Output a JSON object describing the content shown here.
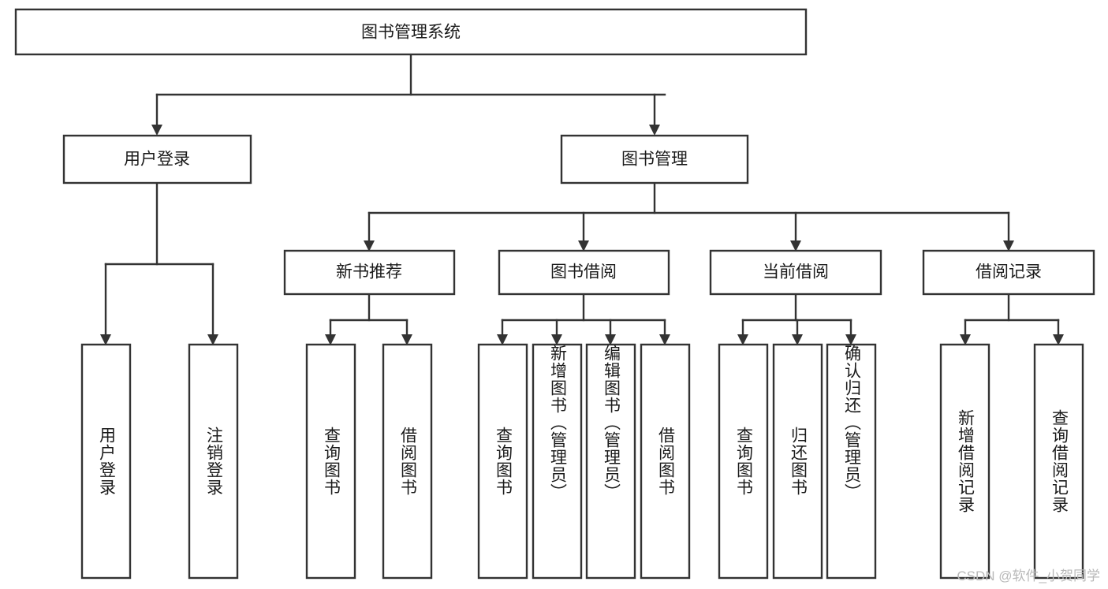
{
  "diagram": {
    "type": "hierarchy-tree",
    "title": "图书管理系统",
    "orientation": "top-down",
    "watermark": "CSDN @软件_小贺同学",
    "colors": {
      "box_stroke": "#333333",
      "box_fill": "#ffffff",
      "connector": "#333333",
      "text": "#1a1a1a",
      "background": "#ffffff",
      "watermark": "#b9b9b9"
    },
    "root": {
      "id": "root",
      "label": "图书管理系统",
      "orientation": "horizontal"
    },
    "level2": [
      {
        "id": "user-login",
        "label": "用户登录",
        "orientation": "horizontal"
      },
      {
        "id": "book-manage",
        "label": "图书管理",
        "orientation": "horizontal"
      }
    ],
    "level3": [
      {
        "id": "new-book-rec",
        "label": "新书推荐",
        "orientation": "horizontal",
        "parent": "book-manage"
      },
      {
        "id": "book-borrow",
        "label": "图书借阅",
        "orientation": "horizontal",
        "parent": "book-manage"
      },
      {
        "id": "current-borrow",
        "label": "当前借阅",
        "orientation": "horizontal",
        "parent": "book-manage"
      },
      {
        "id": "borrow-record",
        "label": "借阅记录",
        "orientation": "horizontal",
        "parent": "book-manage"
      }
    ],
    "leaves": [
      {
        "id": "leaf-user-login",
        "label": "用户登录",
        "orientation": "vertical",
        "parent": "user-login"
      },
      {
        "id": "leaf-user-logout",
        "label": "注销登录",
        "orientation": "vertical",
        "parent": "user-login"
      },
      {
        "id": "leaf-query-book-1",
        "label": "查询图书",
        "orientation": "vertical",
        "parent": "new-book-rec"
      },
      {
        "id": "leaf-borrow-book-1",
        "label": "借阅图书",
        "orientation": "vertical",
        "parent": "new-book-rec"
      },
      {
        "id": "leaf-query-book-2",
        "label": "查询图书",
        "orientation": "vertical",
        "parent": "book-borrow"
      },
      {
        "id": "leaf-add-book",
        "label": "新增图书（管理员）",
        "orientation": "vertical",
        "parent": "book-borrow"
      },
      {
        "id": "leaf-edit-book",
        "label": "编辑图书（管理员）",
        "orientation": "vertical",
        "parent": "book-borrow"
      },
      {
        "id": "leaf-borrow-book-2",
        "label": "借阅图书",
        "orientation": "vertical",
        "parent": "book-borrow"
      },
      {
        "id": "leaf-query-book-3",
        "label": "查询图书",
        "orientation": "vertical",
        "parent": "current-borrow"
      },
      {
        "id": "leaf-return-book",
        "label": "归还图书",
        "orientation": "vertical",
        "parent": "current-borrow"
      },
      {
        "id": "leaf-confirm-return",
        "label": "确认归还（管理员）",
        "orientation": "vertical",
        "parent": "current-borrow"
      },
      {
        "id": "leaf-add-record",
        "label": "新增借阅记录",
        "orientation": "vertical",
        "parent": "borrow-record"
      },
      {
        "id": "leaf-query-record",
        "label": "查询借阅记录",
        "orientation": "vertical",
        "parent": "borrow-record"
      }
    ]
  }
}
